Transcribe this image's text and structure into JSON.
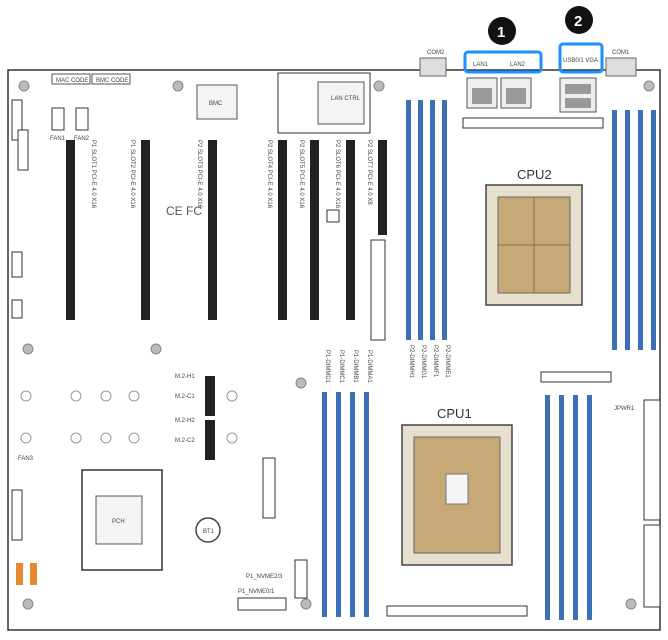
{
  "callouts": [
    "1",
    "2"
  ],
  "top_connectors": {
    "com2": "COM2",
    "com1": "COM1",
    "lan_ports": [
      "LAN1",
      "LAN2"
    ],
    "usb_vga": "USB0/1 VGA"
  },
  "labels": {
    "mac_code": "MAC CODE",
    "bmc_code": "BMC CODE",
    "bmc": "BMC",
    "lan_ctrl": "LAN CTRL",
    "cpu1": "CPU1",
    "cpu2": "CPU2",
    "pch": "PCH",
    "ce_fcc": "CE FC",
    "bt1": "BT1",
    "fan1": "FAN1",
    "fan2": "FAN2",
    "fan3": "FAN3",
    "jpwr1": "JPWR1",
    "m2_h1": "M.2-H1",
    "m2_c1": "M.2-C1",
    "m2_h2": "M.2-H2",
    "m2_c2": "M.2-C2",
    "nvme0": "P1_NVME0/1",
    "nvme1": "P1_NVME2/3"
  },
  "pcie_slots": [
    "P1 SLOT1 PCI-E 4.0 X16",
    "P1 SLOT2 PCI-E 4.0 X16",
    "P2 SLOT3 PCI-E 4.0 X16",
    "P2 SLOT4 PCI-E 4.0 X16",
    "P2 SLOT5 PCI-E 4.0 X16",
    "P2 SLOT6 PCI-E 4.0 X16",
    "P2 SLOT7 PCI-E 4.0 X8"
  ],
  "dimm_labels_cpu2": [
    "P2-DIMMH1",
    "P2-DIMMG1",
    "P2-DIMMF1",
    "P2-DIMME1"
  ],
  "dimm_labels_cpu1": [
    "P1-DIMMD1",
    "P1-DIMMC1",
    "P1-DIMMB1",
    "P1-DIMMA1"
  ],
  "colors": {
    "board_outline": "#333333",
    "dimm_blue": "#3b6fb6",
    "callout_blue": "#1e90ff",
    "callout_black": "#111111",
    "pcie_slot": "#222222",
    "socket_gold": "#c7a978",
    "sata_orange": "#e58a2e"
  }
}
